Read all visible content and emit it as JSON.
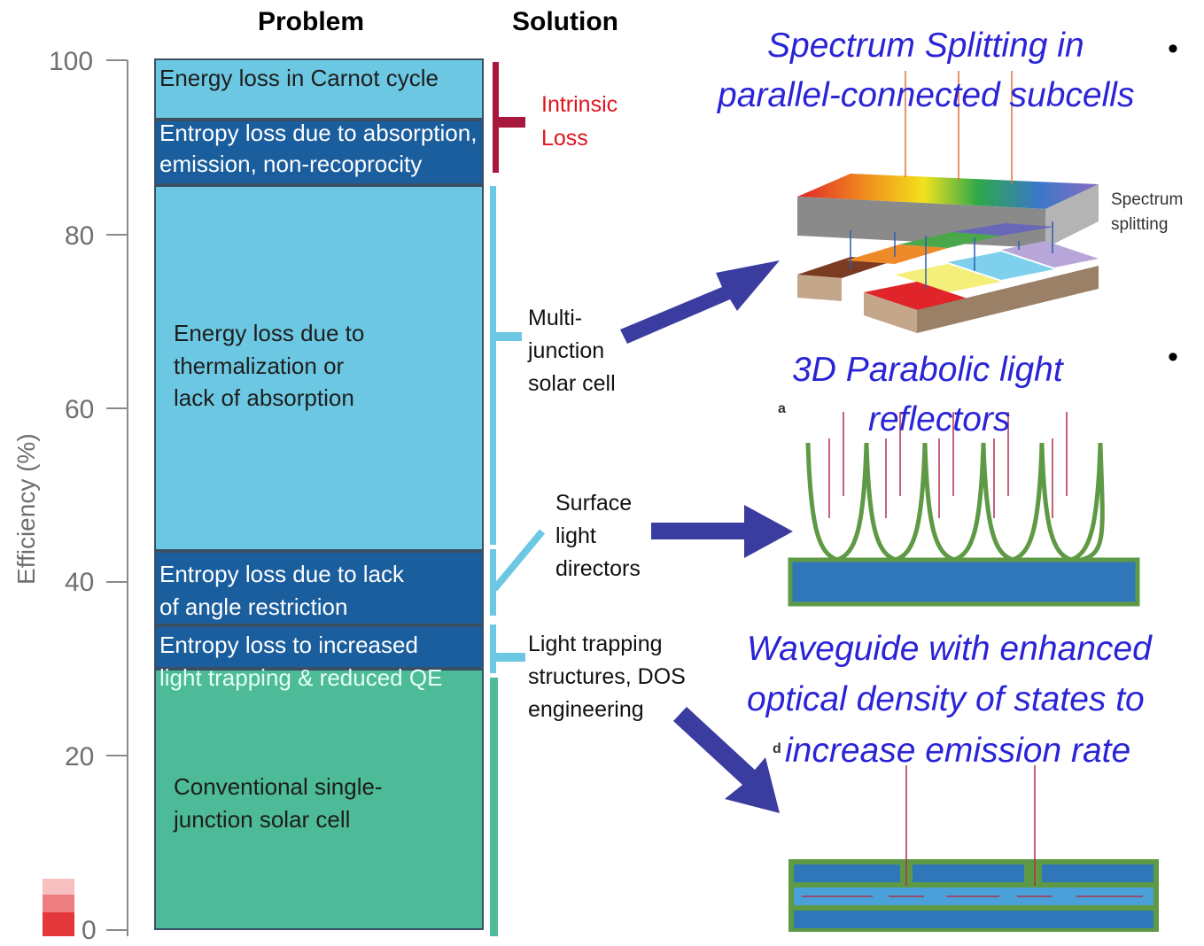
{
  "headers": {
    "problem": "Problem",
    "solution": "Solution"
  },
  "axis": {
    "ylabel": "Efficiency (%)",
    "ticks": [
      "100",
      "80",
      "60",
      "40",
      "20",
      "0"
    ]
  },
  "segments": [
    {
      "label": "Energy loss in Carnot cycle",
      "from": 93,
      "to": 100,
      "color": "#6cc8e2"
    },
    {
      "label_line1": "Entropy loss due to absorption,",
      "label_line2": "emission,  non-recoprocity",
      "from": 85.5,
      "to": 93,
      "color": "#1a5e9e"
    },
    {
      "label_line1": "Energy loss due to",
      "label_line2": "thermalization or",
      "label_line3": "lack of absorption",
      "from": 43.5,
      "to": 85.5,
      "color": "#6cc8e2"
    },
    {
      "label_line1": "Entropy loss due to lack",
      "label_line2": "of angle restriction",
      "from": 35,
      "to": 43.5,
      "color": "#1a5e9e"
    },
    {
      "label_line1": "Entropy loss to increased",
      "label_line2": "light trapping & reduced QE",
      "from": 30,
      "to": 35,
      "color": "#1a5e9e"
    },
    {
      "label_line1": "Conventional single-",
      "label_line2": "junction solar cell",
      "from": 0,
      "to": 30,
      "color": "#4dba98"
    }
  ],
  "solutions": {
    "intrinsic_line1": "Intrinsic",
    "intrinsic_line2": "Loss",
    "multi_line1": "Multi-",
    "multi_line2": "junction",
    "multi_line3": "solar cell",
    "surface_line1": "Surface",
    "surface_line2": "light",
    "surface_line3": "directors",
    "trap_line1": "Light trapping",
    "trap_line2": "structures, DOS",
    "trap_line3": "engineering"
  },
  "right_titles": {
    "spectrum_line1": "Spectrum Splitting in",
    "spectrum_line2": "parallel-connected subcells",
    "parabolic_line1": "3D Parabolic light",
    "parabolic_line2": "reflectors",
    "waveguide_line1": "Waveguide with enhanced",
    "waveguide_line2": "optical density of states to",
    "waveguide_line3": "increase emission rate"
  },
  "figure_labels": {
    "spectrum_line1": "Spectrum",
    "spectrum_line2": "splitting",
    "panel_a": "a",
    "panel_d": "d"
  },
  "colors": {
    "light_blue": "#6cc8e2",
    "dark_blue": "#1a5e9e",
    "green": "#4dba98",
    "intrinsic_red": "#a8183c",
    "arrow": "#3b3ca0",
    "title_blue": "#2a24d6",
    "leaf_green": "#5e9a45"
  }
}
